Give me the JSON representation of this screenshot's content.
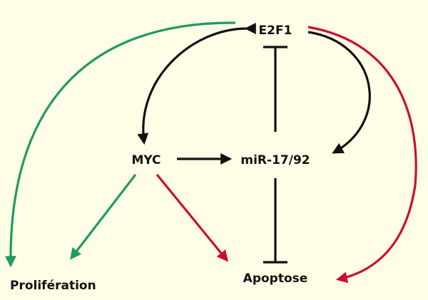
{
  "nodes": {
    "e2f1": "E2F1",
    "myc": "MYC",
    "mir": "miR-17/92",
    "proliferation": "Prolifération",
    "apoptose": "Apoptose"
  },
  "colors": {
    "background": "#fffde6",
    "activation_green": "#1e9a63",
    "activation_red": "#c8102e",
    "regulation_black": "#111111"
  }
}
